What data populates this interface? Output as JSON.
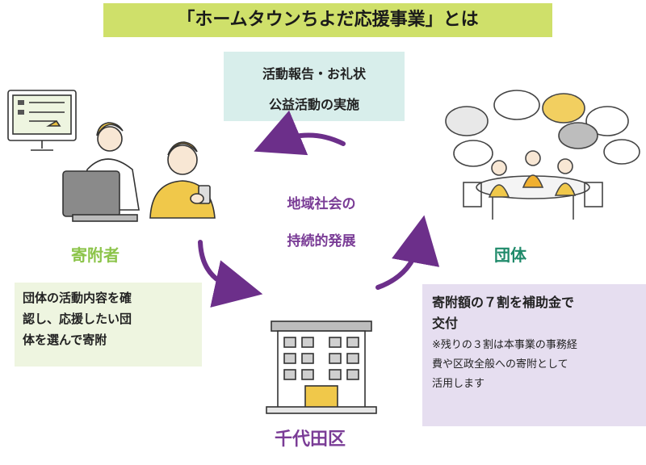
{
  "title": "「ホームタウンちよだ応援事業」とは",
  "top_box": {
    "line1": "活動報告・お礼状",
    "line2": "公益活動の実施"
  },
  "center": {
    "line1": "地域社会の",
    "line2": "持続的発展"
  },
  "labels": {
    "donor": "寄附者",
    "group": "団体",
    "ward": "千代田区"
  },
  "left_box": {
    "line1": "団体の活動内容を確",
    "line2": "認し、応援したい団",
    "line3": "体を選んで寄附"
  },
  "right_box": {
    "main1": "寄附額の７割を補助金で",
    "main2": "交付",
    "note1": "※残りの３割は本事業の事務経",
    "note2": "費や区政全般への寄附として",
    "note3": "活用します"
  },
  "colors": {
    "title_bg": "#cfe06a",
    "top_box_bg": "#d8eeeb",
    "left_box_bg": "#eef5e0",
    "right_box_bg": "#e6def0",
    "arrow": "#6c2f8a",
    "donor_green": "#8cc44a",
    "group_green": "#1f8a6a",
    "accent_purple": "#7a3c96"
  }
}
